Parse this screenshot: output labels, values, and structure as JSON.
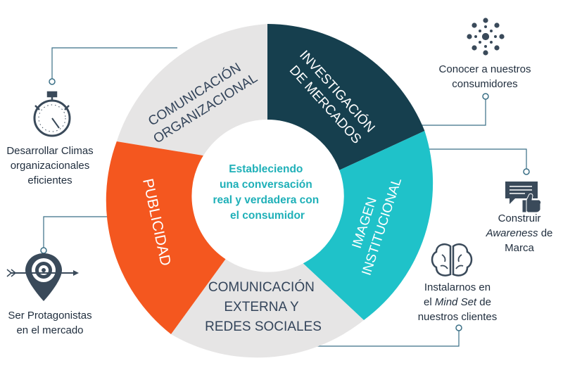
{
  "center": {
    "lines": [
      "Estableciendo",
      "una conversación",
      "real y verdadera con",
      "el consumidor"
    ]
  },
  "segments": [
    {
      "id": "comunicacion-organizacional",
      "lines": [
        "COMUNICACIÓN",
        "ORGANIZACIONAL"
      ],
      "color": "#e6e5e5",
      "text_color": "#33445a"
    },
    {
      "id": "investigacion-mercados",
      "lines": [
        "INVESTIGACIÓN",
        "DE MERCADOS"
      ],
      "color": "#163f4e",
      "text_color": "#ffffff"
    },
    {
      "id": "imagen-institucional",
      "lines": [
        "IMAGEN",
        "INSTITUCIONAL"
      ],
      "color": "#1fc2c9",
      "text_color": "#ffffff"
    },
    {
      "id": "comunicacion-externa",
      "lines": [
        "COMUNICACIÓN",
        "EXTERNA Y",
        "REDES SOCIALES"
      ],
      "color": "#e6e5e5",
      "text_color": "#33445a"
    },
    {
      "id": "publicidad",
      "lines": [
        "PUBLICIDAD"
      ],
      "color": "#f4571f",
      "text_color": "#ffffff"
    }
  ],
  "callouts": {
    "climas": {
      "lines": [
        "Desarrollar Climas",
        "organizacionales",
        "eficientes"
      ],
      "icon": "stopwatch-icon"
    },
    "consumidores": {
      "lines": [
        "Conocer a nuestros",
        "consumidores"
      ],
      "icon": "network-icon"
    },
    "awareness": {
      "line1": "Construir",
      "italic": "Awareness",
      "after_italic": " de",
      "line3": "Marca",
      "icon": "feedback-thumbs-up-icon"
    },
    "mindset": {
      "line1": "Instalarnos en",
      "before_italic": "el ",
      "italic": "Mind Set",
      "after_italic": " de",
      "line3": "nuestros clientes",
      "icon": "brain-icon"
    },
    "protagonistas": {
      "lines": [
        "Ser Protagonistas",
        "en el mercado"
      ],
      "icon": "target-pin-icon"
    }
  },
  "colors": {
    "connector": "#3a6f86",
    "accent_text": "#1fb0b8",
    "icon": "#3a4a5a"
  }
}
